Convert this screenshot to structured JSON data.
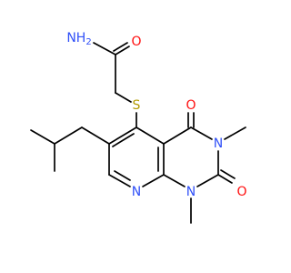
{
  "atoms": {
    "amide_n": {
      "text": "NH",
      "sub": "2",
      "color": "#3050F8"
    },
    "amide_o": {
      "text": "O",
      "color": "#FF0D0D"
    },
    "thio_s": {
      "text": "S",
      "color": "#B39B00"
    },
    "c4_o": {
      "text": "O",
      "color": "#FF0D0D"
    },
    "n3": {
      "text": "N",
      "color": "#3050F8"
    },
    "c2_o": {
      "text": "O",
      "color": "#FF0D0D"
    },
    "n1": {
      "text": "N",
      "color": "#3050F8"
    },
    "n8": {
      "text": "N",
      "color": "#3050F8"
    }
  },
  "colors": {
    "bond": "#000000",
    "background": "#ffffff"
  }
}
